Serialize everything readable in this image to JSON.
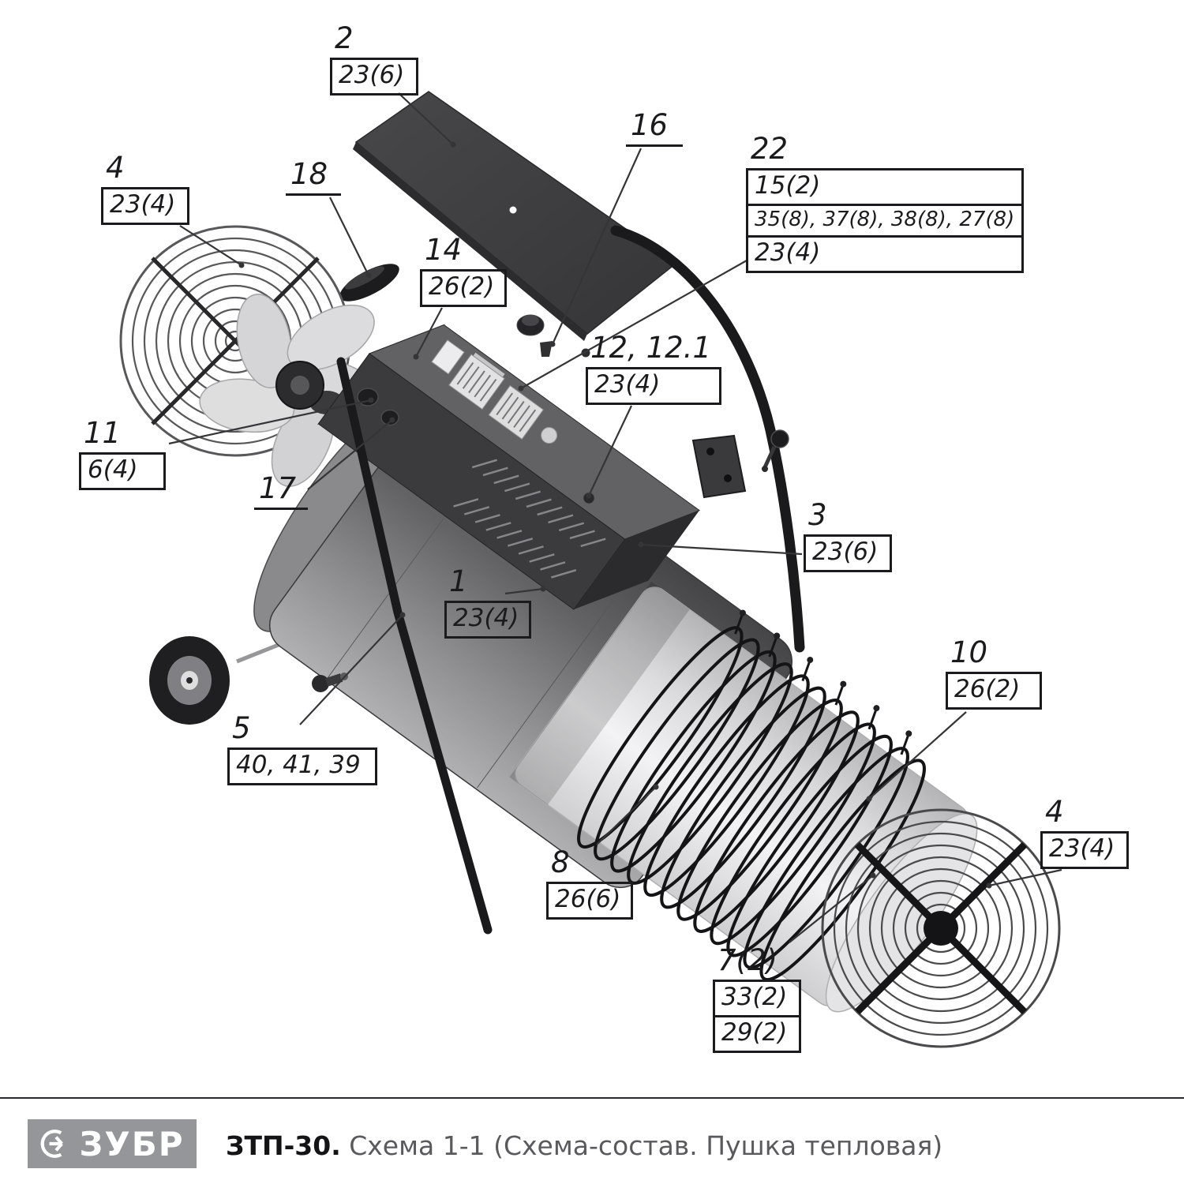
{
  "callouts": {
    "p2": {
      "label": "2",
      "qty": "23(6)"
    },
    "p4a": {
      "label": "4",
      "qty": "23(4)"
    },
    "p18": {
      "label": "18"
    },
    "p14": {
      "label": "14",
      "qty": "26(2)"
    },
    "p16": {
      "label": "16"
    },
    "p22": {
      "label": "22",
      "rows": [
        "15(2)",
        "35(8), 37(8), 38(8), 27(8)",
        "23(4)"
      ]
    },
    "p12": {
      "label": "12, 12.1",
      "qty": "23(4)"
    },
    "p3": {
      "label": "3",
      "qty": "23(6)"
    },
    "p1": {
      "label": "1",
      "qty": "23(4)"
    },
    "p11": {
      "label": "11",
      "qty": "6(4)"
    },
    "p17": {
      "label": "17"
    },
    "p5": {
      "label": "5",
      "qty": "40, 41, 39"
    },
    "p10": {
      "label": "10",
      "qty": "26(2)"
    },
    "p8": {
      "label": "8",
      "qty": "26(6)"
    },
    "p4b": {
      "label": "4",
      "qty": "23(4)"
    },
    "p7": {
      "label": "7(2)",
      "rows": [
        "33(2)",
        "29(2)"
      ]
    }
  },
  "footer": {
    "logo_text": "ЗУБР",
    "model": "ЗТП-30.",
    "subtitle": " Схема 1-1 (Схема-состав. Пушка тепловая)"
  },
  "colors": {
    "line": "#1b1b1d",
    "panel_dark": "#3e3e40",
    "body_dark": "#474749",
    "logo_bg": "#94969a",
    "title_gray": "#5a5a5e"
  }
}
